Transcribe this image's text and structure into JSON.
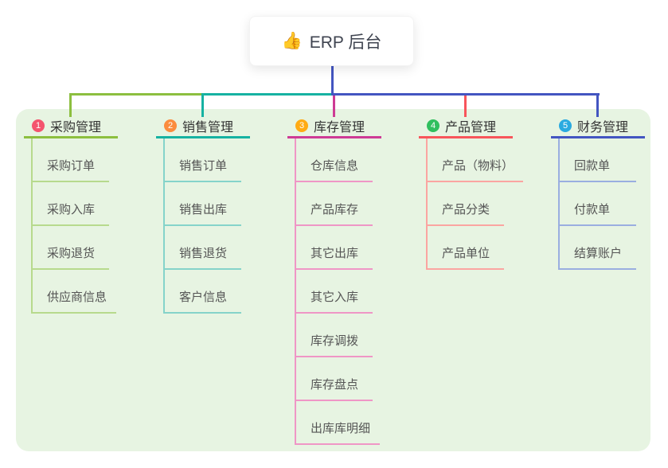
{
  "root": {
    "emoji": "👍",
    "label": "ERP 后台"
  },
  "branches": [
    {
      "number": "1",
      "label": "采购管理",
      "color": "#8cbf3f",
      "light_color": "#b7da8d",
      "badge_color": "#f4546e",
      "children": [
        "采购订单",
        "采购入库",
        "采购退货",
        "供应商信息"
      ]
    },
    {
      "number": "2",
      "label": "销售管理",
      "color": "#16b2a2",
      "light_color": "#85d3ca",
      "badge_color": "#fb8c3e",
      "children": [
        "销售订单",
        "销售出库",
        "销售退货",
        "客户信息"
      ]
    },
    {
      "number": "3",
      "label": "库存管理",
      "color": "#ce3b95",
      "light_color": "#ef96c6",
      "badge_color": "#ffab14",
      "children": [
        "仓库信息",
        "产品库存",
        "其它出库",
        "其它入库",
        "库存调拨",
        "库存盘点",
        "出库库明细"
      ]
    },
    {
      "number": "4",
      "label": "产品管理",
      "color": "#f8555b",
      "light_color": "#fba5a1",
      "badge_color": "#30bf5e",
      "children": [
        "产品（物料）",
        "产品分类",
        "产品单位"
      ]
    },
    {
      "number": "5",
      "label": "财务管理",
      "color": "#4355c1",
      "light_color": "#9aaee0",
      "badge_color": "#2aaae0",
      "children": [
        "回款单",
        "付款单",
        "结算账户"
      ]
    }
  ],
  "colors": {
    "panel_bg": "#e7f4e2",
    "connector": "#4355c1",
    "root_text": "#3f4450",
    "branch_text": "#333333",
    "child_text": "#555555"
  }
}
